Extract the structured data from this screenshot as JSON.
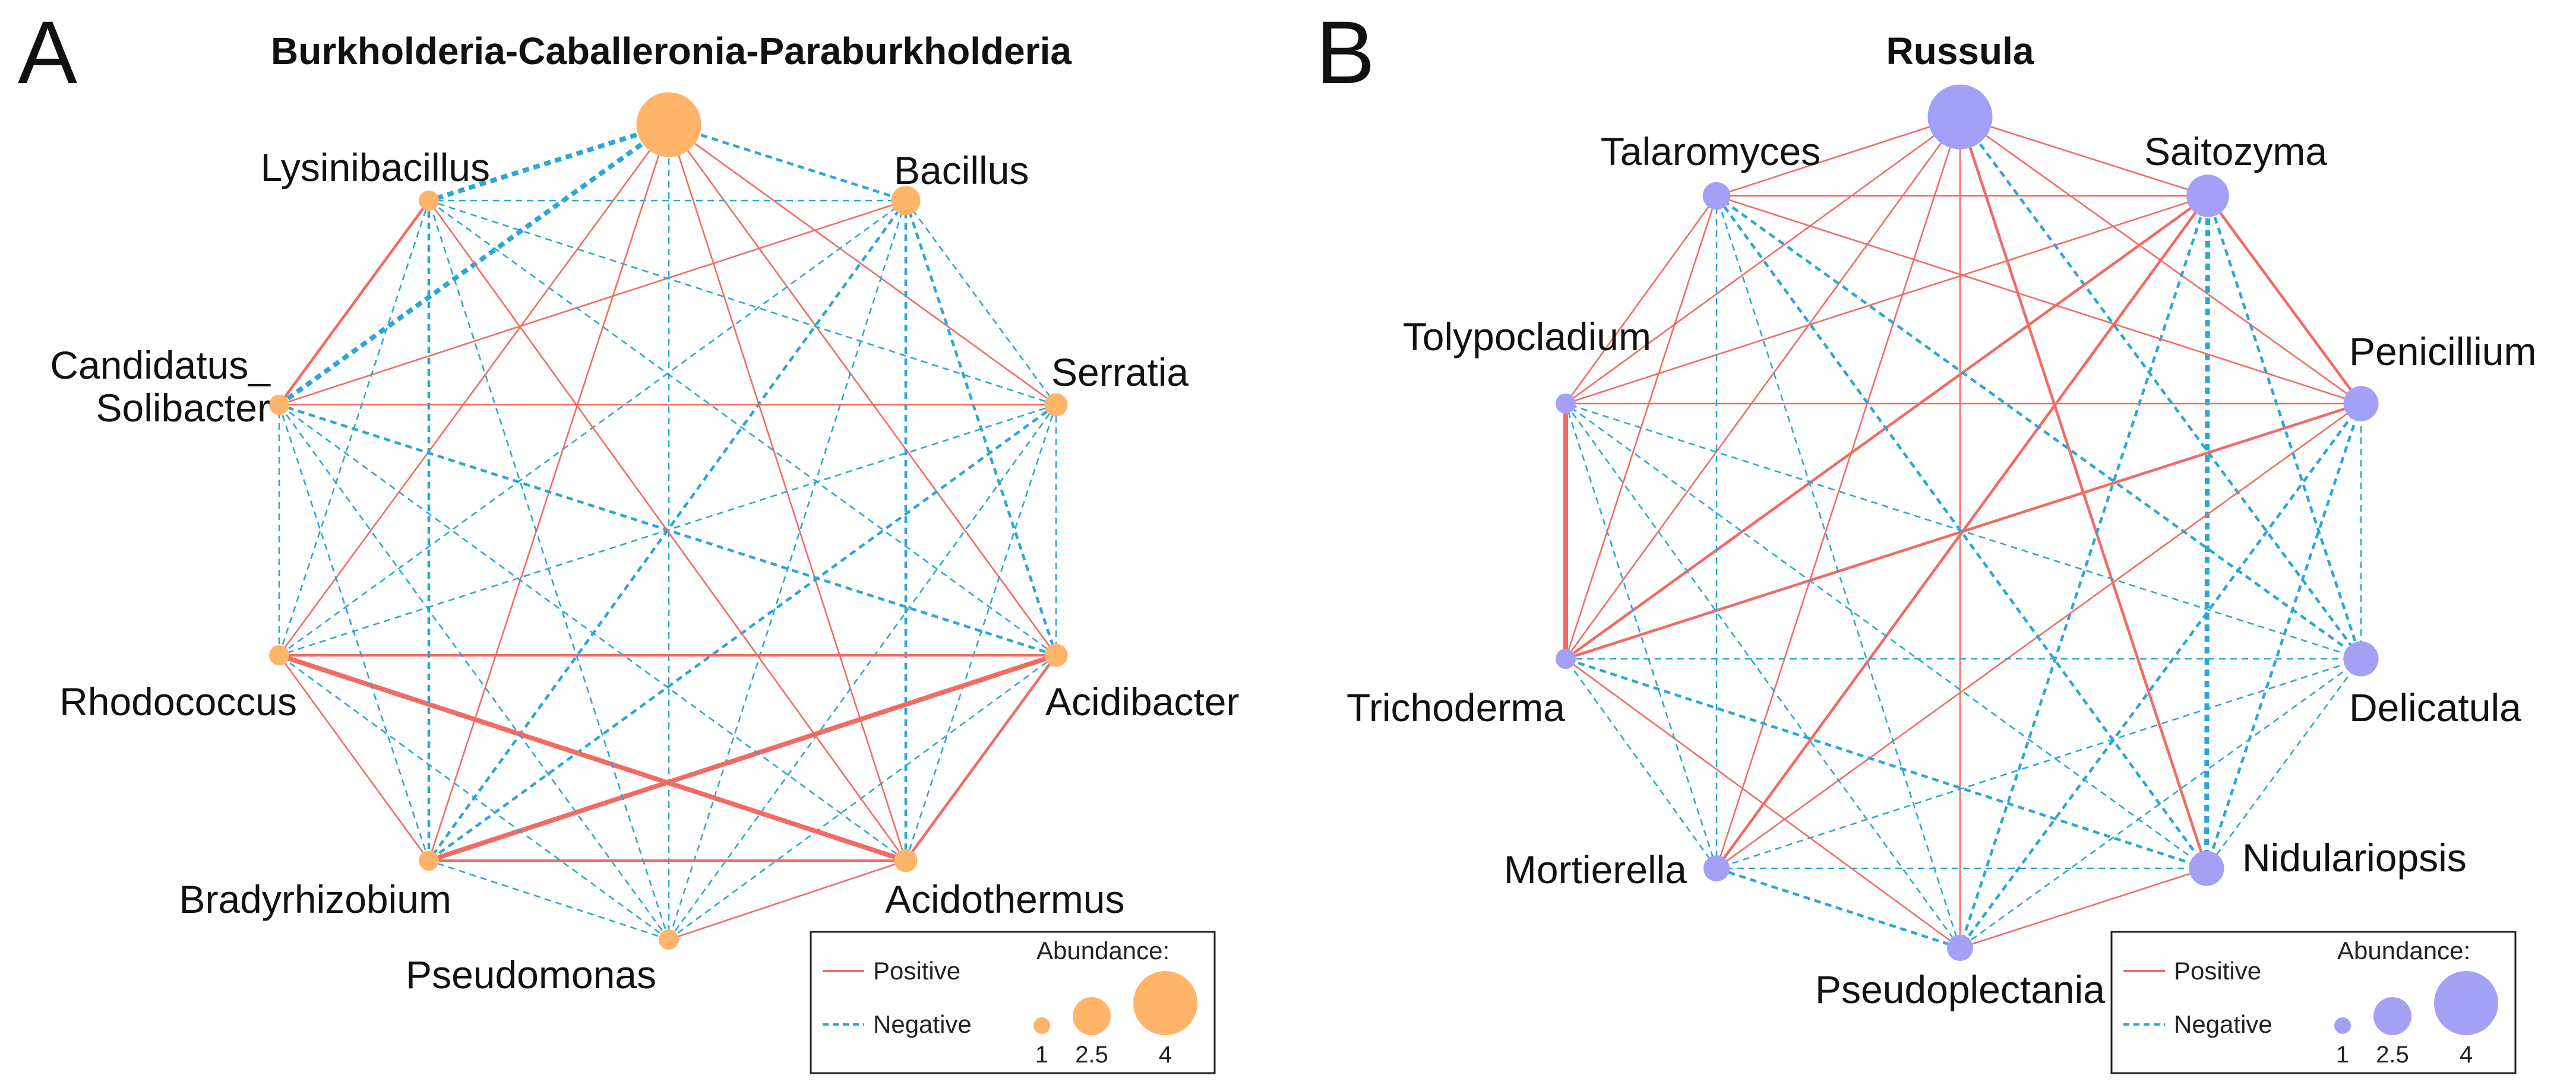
{
  "colors": {
    "positive": "#f26b63",
    "negative": "#2aa7d6",
    "node_a": "#ffb46a",
    "node_b": "#a3a0f5"
  },
  "panels": [
    {
      "id": "a",
      "letter": "A",
      "title": "Burkholderia-Caballeronia-Paraburkholderia",
      "nodes": [
        {
          "id": "BCP",
          "label": "",
          "abundance": 4
        },
        {
          "id": "Bacillus",
          "label": "Bacillus",
          "abundance": 1.6
        },
        {
          "id": "Serratia",
          "label": "Serratia",
          "abundance": 1.2
        },
        {
          "id": "Acidibacter",
          "label": "Acidibacter",
          "abundance": 1.2
        },
        {
          "id": "Acidothermus",
          "label": "Acidothermus",
          "abundance": 1.2
        },
        {
          "id": "Pseudomonas",
          "label": "Pseudomonas",
          "abundance": 1
        },
        {
          "id": "Bradyrhizobium",
          "label": "Bradyrhizobium",
          "abundance": 1
        },
        {
          "id": "Rhodococcus",
          "label": "Rhodococcus",
          "abundance": 1
        },
        {
          "id": "Candidatus",
          "label": "Candidatus_\nSolibacter",
          "abundance": 1
        },
        {
          "id": "Lysinibacillus",
          "label": "Lysinibacillus",
          "abundance": 1
        }
      ],
      "edges": [
        [
          "BCP",
          "Bacillus",
          "neg",
          "m"
        ],
        [
          "BCP",
          "Serratia",
          "pos",
          "t"
        ],
        [
          "BCP",
          "Acidibacter",
          "pos",
          "t"
        ],
        [
          "BCP",
          "Acidothermus",
          "pos",
          "t"
        ],
        [
          "BCP",
          "Pseudomonas",
          "neg",
          "t"
        ],
        [
          "BCP",
          "Bradyrhizobium",
          "pos",
          "t"
        ],
        [
          "BCP",
          "Rhodococcus",
          "pos",
          "t"
        ],
        [
          "BCP",
          "Candidatus",
          "neg",
          "k"
        ],
        [
          "BCP",
          "Lysinibacillus",
          "neg",
          "k"
        ],
        [
          "Bacillus",
          "Serratia",
          "neg",
          "t"
        ],
        [
          "Bacillus",
          "Acidibacter",
          "neg",
          "m"
        ],
        [
          "Bacillus",
          "Acidothermus",
          "neg",
          "m"
        ],
        [
          "Bacillus",
          "Pseudomonas",
          "neg",
          "t"
        ],
        [
          "Bacillus",
          "Bradyrhizobium",
          "neg",
          "m"
        ],
        [
          "Bacillus",
          "Rhodococcus",
          "neg",
          "t"
        ],
        [
          "Bacillus",
          "Candidatus",
          "pos",
          "t"
        ],
        [
          "Bacillus",
          "Lysinibacillus",
          "neg",
          "t"
        ],
        [
          "Serratia",
          "Acidibacter",
          "neg",
          "t"
        ],
        [
          "Serratia",
          "Acidothermus",
          "neg",
          "t"
        ],
        [
          "Serratia",
          "Pseudomonas",
          "neg",
          "t"
        ],
        [
          "Serratia",
          "Bradyrhizobium",
          "neg",
          "m"
        ],
        [
          "Serratia",
          "Rhodococcus",
          "neg",
          "t"
        ],
        [
          "Serratia",
          "Candidatus",
          "pos",
          "t"
        ],
        [
          "Serratia",
          "Lysinibacillus",
          "neg",
          "t"
        ],
        [
          "Acidibacter",
          "Acidothermus",
          "pos",
          "m"
        ],
        [
          "Acidibacter",
          "Pseudomonas",
          "neg",
          "t"
        ],
        [
          "Acidibacter",
          "Bradyrhizobium",
          "pos",
          "k"
        ],
        [
          "Acidibacter",
          "Rhodococcus",
          "pos",
          "m"
        ],
        [
          "Acidibacter",
          "Candidatus",
          "neg",
          "m"
        ],
        [
          "Acidibacter",
          "Lysinibacillus",
          "neg",
          "t"
        ],
        [
          "Acidothermus",
          "Pseudomonas",
          "pos",
          "t"
        ],
        [
          "Acidothermus",
          "Bradyrhizobium",
          "pos",
          "m"
        ],
        [
          "Acidothermus",
          "Rhodococcus",
          "pos",
          "k"
        ],
        [
          "Acidothermus",
          "Candidatus",
          "neg",
          "t"
        ],
        [
          "Acidothermus",
          "Lysinibacillus",
          "pos",
          "t"
        ],
        [
          "Pseudomonas",
          "Bradyrhizobium",
          "neg",
          "t"
        ],
        [
          "Pseudomonas",
          "Rhodococcus",
          "neg",
          "t"
        ],
        [
          "Pseudomonas",
          "Candidatus",
          "neg",
          "t"
        ],
        [
          "Pseudomonas",
          "Lysinibacillus",
          "neg",
          "t"
        ],
        [
          "Bradyrhizobium",
          "Rhodococcus",
          "pos",
          "t"
        ],
        [
          "Bradyrhizobium",
          "Candidatus",
          "neg",
          "t"
        ],
        [
          "Bradyrhizobium",
          "Lysinibacillus",
          "neg",
          "m"
        ],
        [
          "Rhodococcus",
          "Candidatus",
          "neg",
          "t"
        ],
        [
          "Rhodococcus",
          "Lysinibacillus",
          "neg",
          "t"
        ],
        [
          "Candidatus",
          "Lysinibacillus",
          "pos",
          "m"
        ]
      ],
      "legend": {
        "positive": "Positive",
        "negative": "Negative",
        "abundance_title": "Abundance:",
        "sizes": [
          "1",
          "2.5",
          "4"
        ]
      }
    },
    {
      "id": "b",
      "letter": "B",
      "title": "Russula",
      "nodes": [
        {
          "id": "Russula",
          "label": "",
          "abundance": 4
        },
        {
          "id": "Saitozyma",
          "label": "Saitozyma",
          "abundance": 2.5
        },
        {
          "id": "Penicillium",
          "label": "Penicillium",
          "abundance": 2
        },
        {
          "id": "Delicatula",
          "label": "Delicatula",
          "abundance": 2
        },
        {
          "id": "Nidulariopsis",
          "label": "Nidulariopsis",
          "abundance": 2
        },
        {
          "id": "Pseudoplectania",
          "label": "Pseudoplectania",
          "abundance": 1.4
        },
        {
          "id": "Mortierella",
          "label": "Mortierella",
          "abundance": 1.4
        },
        {
          "id": "Trichoderma",
          "label": "Trichoderma",
          "abundance": 1
        },
        {
          "id": "Tolypocladium",
          "label": "Tolypocladium",
          "abundance": 1
        },
        {
          "id": "Talaromyces",
          "label": "Talaromyces",
          "abundance": 1.5
        }
      ],
      "edges": [
        [
          "Russula",
          "Saitozyma",
          "pos",
          "t"
        ],
        [
          "Russula",
          "Penicillium",
          "pos",
          "t"
        ],
        [
          "Russula",
          "Delicatula",
          "neg",
          "m"
        ],
        [
          "Russula",
          "Nidulariopsis",
          "pos",
          "m"
        ],
        [
          "Russula",
          "Pseudoplectania",
          "pos",
          "t"
        ],
        [
          "Russula",
          "Mortierella",
          "pos",
          "t"
        ],
        [
          "Russula",
          "Trichoderma",
          "pos",
          "t"
        ],
        [
          "Russula",
          "Tolypocladium",
          "pos",
          "t"
        ],
        [
          "Russula",
          "Talaromyces",
          "pos",
          "t"
        ],
        [
          "Saitozyma",
          "Penicillium",
          "pos",
          "m"
        ],
        [
          "Saitozyma",
          "Delicatula",
          "neg",
          "m"
        ],
        [
          "Saitozyma",
          "Nidulariopsis",
          "neg",
          "k"
        ],
        [
          "Saitozyma",
          "Pseudoplectania",
          "neg",
          "m"
        ],
        [
          "Saitozyma",
          "Mortierella",
          "pos",
          "m"
        ],
        [
          "Saitozyma",
          "Trichoderma",
          "pos",
          "m"
        ],
        [
          "Saitozyma",
          "Tolypocladium",
          "pos",
          "t"
        ],
        [
          "Saitozyma",
          "Talaromyces",
          "pos",
          "t"
        ],
        [
          "Penicillium",
          "Delicatula",
          "neg",
          "t"
        ],
        [
          "Penicillium",
          "Nidulariopsis",
          "neg",
          "m"
        ],
        [
          "Penicillium",
          "Pseudoplectania",
          "neg",
          "m"
        ],
        [
          "Penicillium",
          "Mortierella",
          "pos",
          "t"
        ],
        [
          "Penicillium",
          "Trichoderma",
          "pos",
          "m"
        ],
        [
          "Penicillium",
          "Tolypocladium",
          "pos",
          "t"
        ],
        [
          "Penicillium",
          "Talaromyces",
          "pos",
          "t"
        ],
        [
          "Delicatula",
          "Nidulariopsis",
          "neg",
          "t"
        ],
        [
          "Delicatula",
          "Pseudoplectania",
          "neg",
          "t"
        ],
        [
          "Delicatula",
          "Mortierella",
          "neg",
          "t"
        ],
        [
          "Delicatula",
          "Trichoderma",
          "neg",
          "t"
        ],
        [
          "Delicatula",
          "Tolypocladium",
          "neg",
          "t"
        ],
        [
          "Delicatula",
          "Talaromyces",
          "neg",
          "m"
        ],
        [
          "Nidulariopsis",
          "Pseudoplectania",
          "pos",
          "t"
        ],
        [
          "Nidulariopsis",
          "Mortierella",
          "neg",
          "t"
        ],
        [
          "Nidulariopsis",
          "Trichoderma",
          "neg",
          "m"
        ],
        [
          "Nidulariopsis",
          "Tolypocladium",
          "neg",
          "t"
        ],
        [
          "Nidulariopsis",
          "Talaromyces",
          "neg",
          "m"
        ],
        [
          "Pseudoplectania",
          "Mortierella",
          "neg",
          "m"
        ],
        [
          "Pseudoplectania",
          "Trichoderma",
          "pos",
          "t"
        ],
        [
          "Pseudoplectania",
          "Tolypocladium",
          "neg",
          "t"
        ],
        [
          "Pseudoplectania",
          "Talaromyces",
          "neg",
          "t"
        ],
        [
          "Mortierella",
          "Trichoderma",
          "neg",
          "t"
        ],
        [
          "Mortierella",
          "Tolypocladium",
          "neg",
          "t"
        ],
        [
          "Mortierella",
          "Talaromyces",
          "neg",
          "t"
        ],
        [
          "Trichoderma",
          "Tolypocladium",
          "pos",
          "k"
        ],
        [
          "Trichoderma",
          "Talaromyces",
          "pos",
          "t"
        ],
        [
          "Tolypocladium",
          "Talaromyces",
          "pos",
          "t"
        ]
      ],
      "legend": {
        "positive": "Positive",
        "negative": "Negative",
        "abundance_title": "Abundance:",
        "sizes": [
          "1",
          "2.5",
          "4"
        ]
      }
    }
  ]
}
